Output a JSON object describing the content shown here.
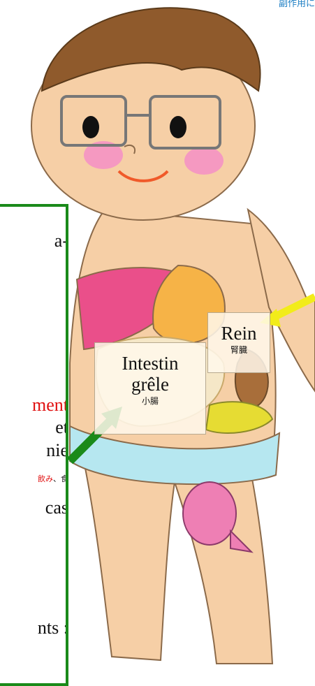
{
  "header": {
    "link_fragment": "副作用に"
  },
  "panel": {
    "lines": [
      {
        "text": "a-",
        "color": "#111111"
      },
      {
        "text": "ment",
        "color": "#e01010"
      },
      {
        "text": "et",
        "color": "#111111"
      },
      {
        "text": "nie",
        "color": "#111111"
      },
      {
        "text": "cas",
        "color": "#111111"
      },
      {
        "text": "nts :",
        "color": "#111111"
      }
    ],
    "small_line": {
      "red": "飲み",
      "rest": "、食"
    }
  },
  "labels": {
    "rein": {
      "fr": "Rein",
      "jp": "腎臓"
    },
    "intestin": {
      "fr_line1": "Intestin",
      "fr_line2": "grêle",
      "jp": "小腸"
    }
  },
  "colors": {
    "panel_border": "#1a8a1a",
    "arrow_green": "#1a8a1a",
    "arrow_yellow": "#f2ec1a",
    "accent_red": "#e01010",
    "link_blue": "#1e7fc4"
  }
}
